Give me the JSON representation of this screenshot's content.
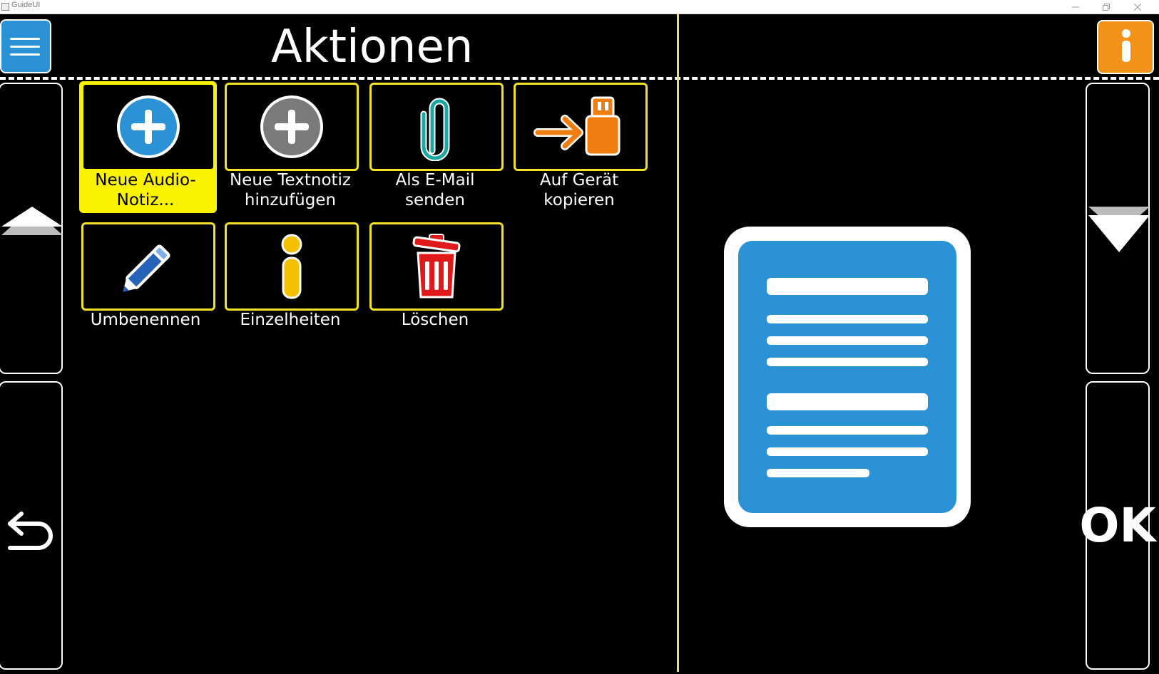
{
  "window": {
    "title": "GuideUI",
    "controls": [
      "minimize",
      "restore",
      "close"
    ]
  },
  "header": {
    "title": "Aktionen",
    "menu_icon": "hamburger-icon",
    "info_icon": "info-icon"
  },
  "actions": [
    {
      "line1": "Neue Audio-",
      "line2": "Notiz...",
      "icon": "add-circle-blue-icon",
      "selected": true
    },
    {
      "line1": "Neue Textnotiz",
      "line2": "hinzufügen",
      "icon": "add-circle-gray-icon",
      "selected": false
    },
    {
      "line1": "Als E-Mail",
      "line2": "senden",
      "icon": "paperclip-icon",
      "selected": false
    },
    {
      "line1": "Auf Gerät",
      "line2": "kopieren",
      "icon": "copy-to-usb-icon",
      "selected": false
    },
    {
      "line1": "Umbenennen",
      "line2": "",
      "icon": "pencil-icon",
      "selected": false
    },
    {
      "line1": "Einzelheiten",
      "line2": "",
      "icon": "info-icon",
      "selected": false
    },
    {
      "line1": "Löschen",
      "line2": "",
      "icon": "trash-icon",
      "selected": false
    }
  ],
  "side_buttons": {
    "left_top": "scroll-up-icon",
    "left_bottom": "back-arrow-icon",
    "right_top": "scroll-down-icon",
    "right_bottom": "OK"
  },
  "preview": {
    "icon": "document-icon"
  },
  "colors": {
    "accent_yellow": "#f3e227",
    "brand_blue": "#2b93d5",
    "info_orange": "#f39218",
    "background": "#000000"
  }
}
